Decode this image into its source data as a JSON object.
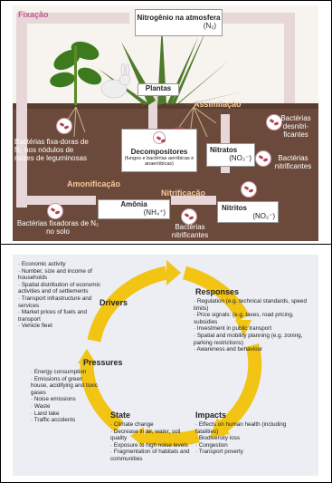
{
  "nitrogen_cycle": {
    "fixacao": "Fixação",
    "atmosphere": {
      "title": "Nitrogênio na atmosfera",
      "formula": "(N₂)"
    },
    "plantas": "Plantas",
    "assimilacao": "Assimilação",
    "bacterias_nodulos": "Bactérias fixa-doras de N₂ nos nódulos de raízes de leguminosas",
    "bacterias_desnitrificantes": "Bactérias desnitri-ficantes",
    "decompositores": {
      "title": "Decompositores",
      "subtitle": "(fungos e bactérias aeróbicas e anaeróbicas)"
    },
    "nitratos": {
      "title": "Nitratos",
      "formula": "(NO₃⁻)"
    },
    "bacterias_nitrificantes_1": "Bactérias nitrificantes",
    "amonificacao": "Amonificação",
    "nitrificacao": "Nitrificação",
    "amonia": {
      "title": "Amônia",
      "formula": "(NH₄⁺)"
    },
    "nitritos": {
      "title": "Nitritos",
      "formula": "(NO₂⁻)"
    },
    "bacterias_fixadoras_solo": "Bactérias fixadoras de N₂ no solo",
    "bacterias_nitrificantes_2": "Bactérias nitrificantes"
  },
  "dpsir": {
    "drivers": {
      "title": "Drivers",
      "items": [
        "Economic activity",
        "Number, size and income of households",
        "Spatial distribution of economic activities and of settlements",
        "Transport infrastructure and services",
        "Market prices of fuels and transport",
        "Vehicle fleet"
      ]
    },
    "responses": {
      "title": "Responses",
      "items": [
        "Regulation (e.g. technical standards, speed limits)",
        "Price signals: (e.g. taxes, road pricing, subsidies",
        "Investment in public transport",
        "Spatial and mobility planning (e.g. zoning, parking restrictions)",
        "Awareness and behaviour"
      ]
    },
    "pressures": {
      "title": "Pressures",
      "items": [
        "Energy consumption",
        "Emissions of green house, acidifying and toxic gases",
        "Noise emissions",
        "Waste",
        "Land take",
        "Traffic accidents"
      ]
    },
    "state": {
      "title": "State",
      "items": [
        "Climate change",
        "Decrease in air, water, soil quality",
        "Exposure to high noise levels",
        "Fragmentation of habitats and communities"
      ]
    },
    "impacts": {
      "title": "Impacts",
      "items": [
        "Effects on human health (including fatalities)",
        "Biodiversity loss",
        "Congestion",
        "Transport poverty"
      ]
    }
  }
}
